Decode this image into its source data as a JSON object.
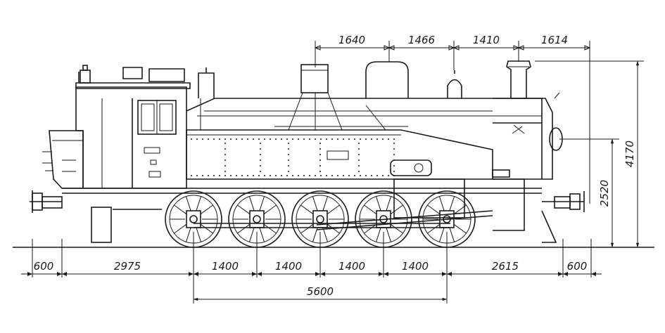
{
  "diagram": {
    "top_dimensions": [
      "1640",
      "1466",
      "1410",
      "1614"
    ],
    "bottom_dimensions": [
      "600",
      "2975",
      "1400",
      "1400",
      "1400",
      "1400",
      "2615",
      "600"
    ],
    "total_wheelbase": "5600",
    "height_overall": "4170",
    "height_boiler_axis": "2520"
  }
}
